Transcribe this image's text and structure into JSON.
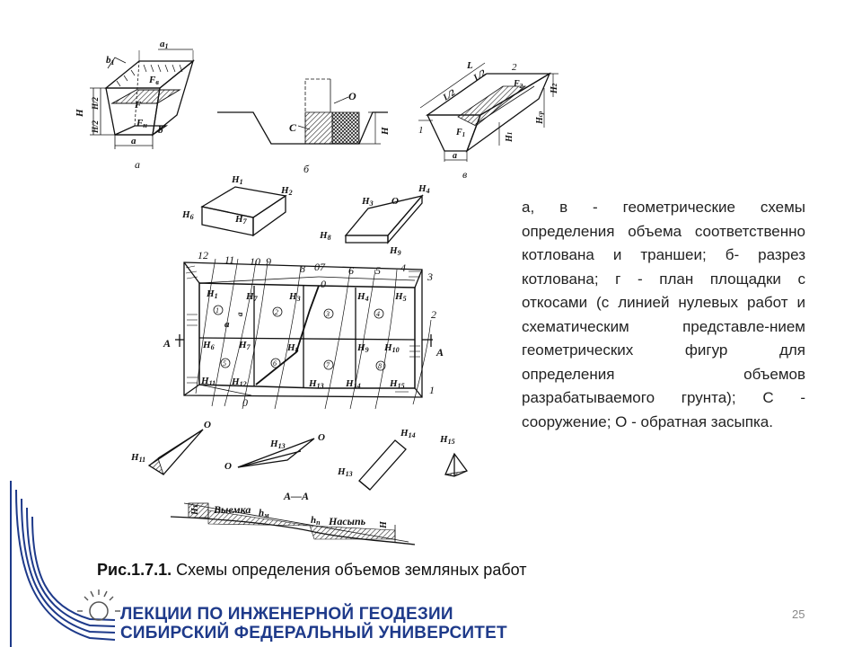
{
  "figure": {
    "diagram_a": {
      "caption": "а",
      "labels": [
        "a1",
        "b1",
        "Fв",
        "F",
        "Fн",
        "b",
        "a",
        "H",
        "H/2",
        "H/2"
      ]
    },
    "diagram_b": {
      "caption": "б",
      "labels": [
        "C",
        "O",
        "H"
      ]
    },
    "diagram_v": {
      "caption": "в",
      "labels": [
        "L",
        "L/2",
        "L/2",
        "2",
        "F2",
        "H2",
        "Hср",
        "1",
        "F1",
        "H1",
        "a"
      ]
    },
    "diagram_g": {
      "prism_top": [
        "H1",
        "H2",
        "H6",
        "H7"
      ],
      "prism_wedge": [
        "H3",
        "O",
        "H4",
        "H8",
        "H9"
      ],
      "cell_labels": [
        "H1",
        "H7",
        "H3",
        "H4",
        "H5",
        "H6",
        "H7",
        "H8",
        "H9",
        "H10",
        "H11",
        "H12",
        "H13",
        "H14",
        "H15"
      ],
      "line_numbers": [
        "12",
        "11",
        "10",
        "9",
        "8",
        "0",
        "7",
        "6",
        "5",
        "4",
        "3",
        "2",
        "1",
        "0"
      ],
      "cell_numbers": [
        "1",
        "2",
        "3",
        "4",
        "5",
        "6",
        "7",
        "8"
      ],
      "small_labels": [
        "а",
        "а"
      ],
      "section_marker": "A",
      "bottom_prisms": [
        "O",
        "H11",
        "H13",
        "O",
        "O",
        "H14",
        "H13",
        "H15"
      ]
    },
    "section_aa": {
      "title": "А—А",
      "labels": [
        "H1",
        "Выемка",
        "hм",
        "hп",
        "Насыпь",
        "H"
      ]
    }
  },
  "description": "а, в - геометрические схемы определения объема соответственно котлована и траншеи; б- разрез котлована; г - план площадки с откосами (с линией нулевых работ и схематическим представле-нием геометрических фигур для определения объемов разрабатываемого грунта); С - сооружение; О - обратная засыпка.",
  "caption": {
    "prefix": "Рис.1.7.1.",
    "text": " Схемы определения объемов земляных работ"
  },
  "footer": {
    "line1": "ЛЕКЦИИ ПО ИНЖЕНЕРНОЙ ГЕОДЕЗИИ",
    "line2": "СИБИРСКИЙ ФЕДЕРАЛЬНЫЙ УНИВЕРСИТЕТ",
    "page_number": "25",
    "accent_color": "#1e3a8a"
  }
}
